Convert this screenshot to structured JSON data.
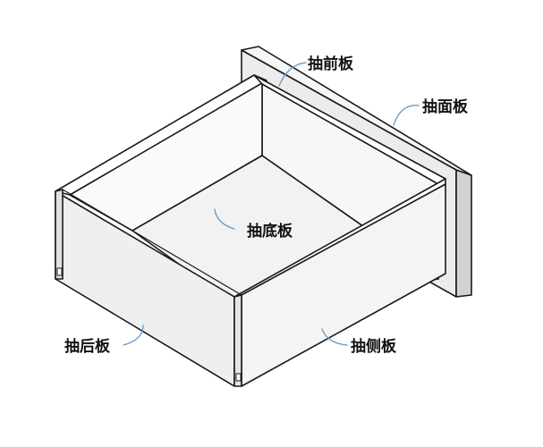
{
  "labels": {
    "front_panel": "抽面板",
    "front_inner_panel": "抽前板",
    "bottom_panel": "抽底板",
    "back_panel": "抽后板",
    "side_panel": "抽侧板"
  }
}
